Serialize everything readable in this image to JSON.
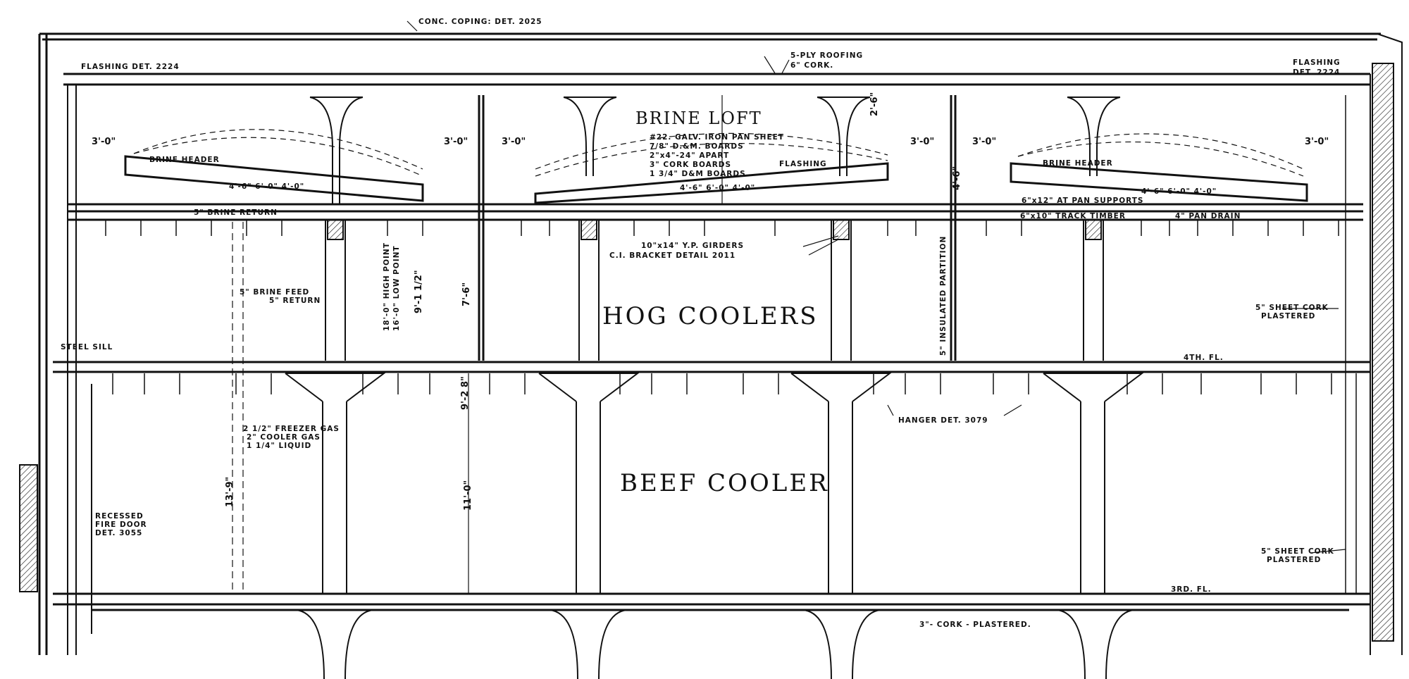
{
  "labels": {
    "coping": "CONC. COPING: DET. 2025",
    "roofing1": "5-PLY ROOFING",
    "roofing2": "6\" CORK.",
    "flashing_left": "FLASHING DET. 2224",
    "flashing_right1": "FLASHING",
    "flashing_right2": "DET. 2224",
    "brine_loft": "BRINE LOFT",
    "loft_note1": "#22. GALV. IRON PAN SHEET",
    "loft_note2": "7/8\" D.&M. BOARDS",
    "loft_note3": "2\"x4\"-24\" APART",
    "loft_note4": "3\" CORK BOARDS",
    "loft_note5": "1 3/4\" D&M BOARDS",
    "flashing_mid": "FLASHING",
    "brine_header_left": "BRINE HEADER",
    "brine_header_right": "BRINE HEADER",
    "brine_return": "5\" BRINE RETURN",
    "pan_supports": "6\"x12\" AT PAN SUPPORTS",
    "track_timber": "6\"x10\" TRACK TIMBER",
    "pan_drain": "4\" PAN DRAIN",
    "girders": "10\"x14\" Y.P. GIRDERS",
    "bracket": "C.I. BRACKET DETAIL 2011",
    "hog_coolers": "HOG COOLERS",
    "beef_cooler": "BEEF COOLER",
    "brine_feed": "5\" BRINE FEED",
    "brine_ret_small": "5\" RETURN",
    "high_point": "18'-0\" HIGH POINT",
    "low_point": "16'-0\" LOW POINT",
    "insulated_partition": "5\" INSULATED PARTITION",
    "cork_right_upper1": "5\" SHEET CORK",
    "cork_right_upper2": "PLASTERED",
    "cork_right_lower1": "5\" SHEET CORK",
    "cork_right_lower2": "PLASTERED",
    "fourth_fl": "4TH. FL.",
    "third_fl": "3RD. FL.",
    "steel_sill": "STEEL SILL",
    "hanger": "HANGER DET. 3079",
    "freezer_gas": "2 1/2\" FREEZER GAS",
    "cooler_gas": "2\" COOLER GAS",
    "liquid": "1 1/4\" LIQUID",
    "recessed1": "RECESSED",
    "recessed2": "FIRE DOOR",
    "recessed3": "DET. 3055",
    "cork_plastered": "3\"- CORK - PLASTERED."
  },
  "dimensions": {
    "d_3_0_a": "3'-0\"",
    "d_3_0_b": "3'-0\"",
    "d_3_0_c": "3'-0\"",
    "d_3_0_d": "3'-0\"",
    "d_3_0_e": "3'-0\"",
    "d_3_0_f": "3'-0\"",
    "d_2_6": "2'-6\"",
    "d_4_6": "4'-6\"",
    "d_46_60_a": "4'-6\" 6'-0\" 4'-0\"",
    "d_46_60_b": "4'-6\" 6'-0\" 4'-0\"",
    "d_46_60_c": "4'-6\" 6'-0\" 4'-0\"",
    "d_9_1_2": "9'-1 1/2\"",
    "d_7_6": "7'-6\"",
    "d_11_0": "11'-0\"",
    "d_13_9": "13'-9\"",
    "d_9_2_8": "9'-2 8\""
  }
}
